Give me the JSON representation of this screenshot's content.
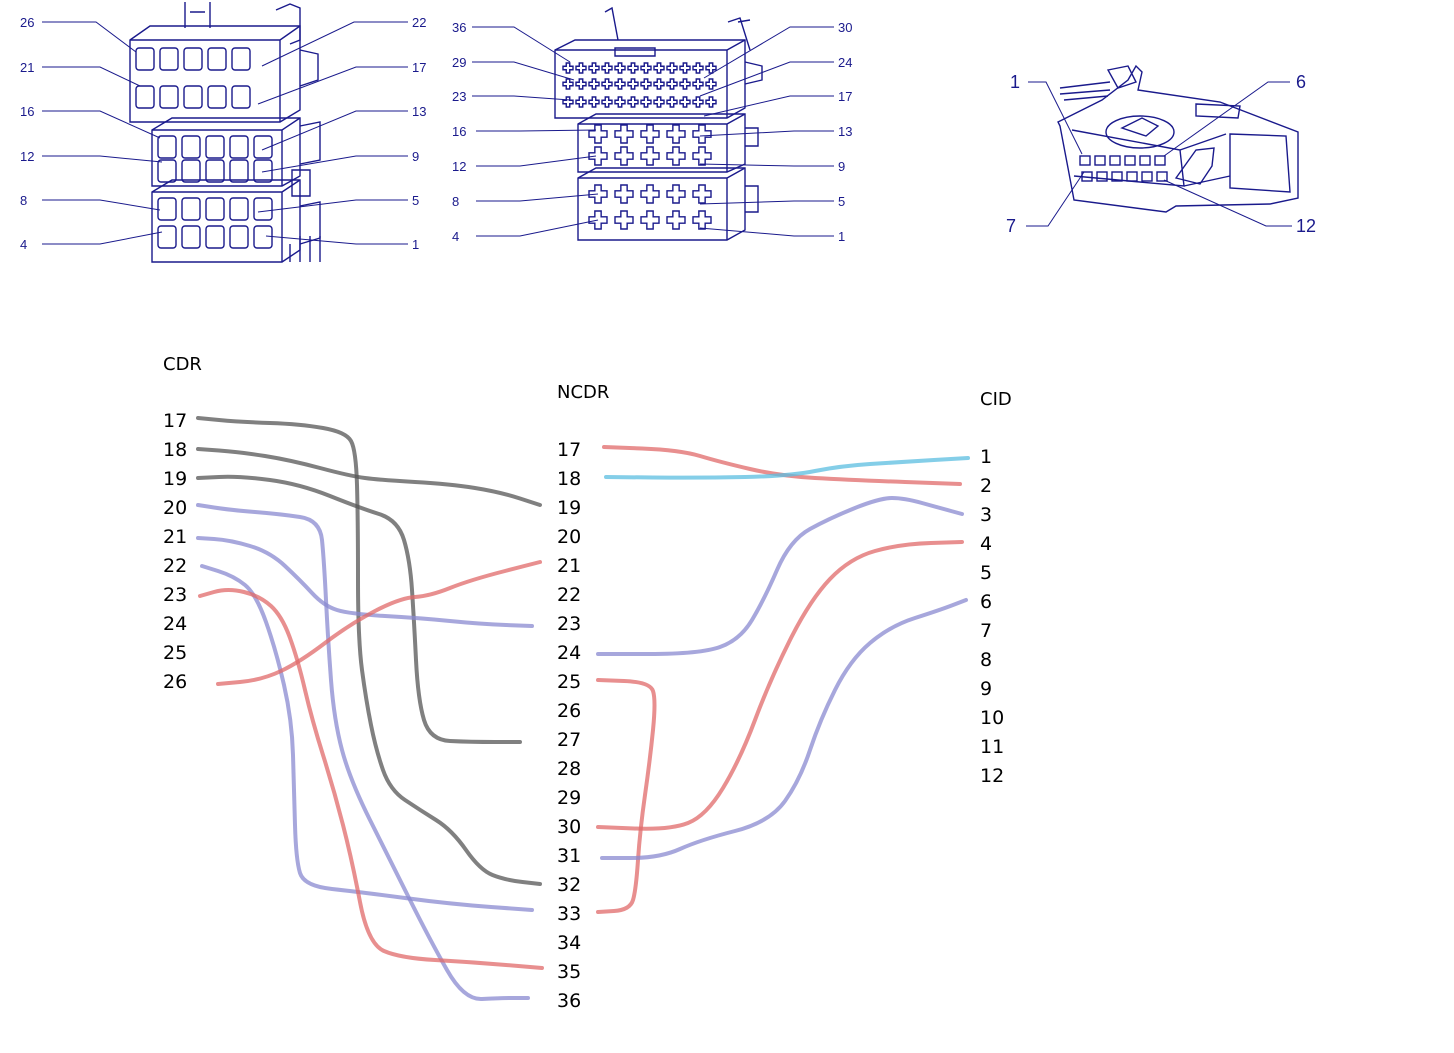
{
  "connector_diagrams": {
    "left": {
      "left_labels": [
        "26",
        "21",
        "16",
        "12",
        "8",
        "4"
      ],
      "right_labels": [
        "22",
        "17",
        "13",
        "9",
        "5",
        "1"
      ]
    },
    "middle": {
      "left_labels": [
        "36",
        "29",
        "23",
        "16",
        "12",
        "8",
        "4"
      ],
      "right_labels": [
        "30",
        "24",
        "17",
        "13",
        "9",
        "5",
        "1"
      ]
    },
    "right": {
      "labels": [
        "1",
        "6",
        "7",
        "12"
      ]
    }
  },
  "wiring_map": {
    "columns": [
      {
        "title": "CDR",
        "pins": [
          "17",
          "18",
          "19",
          "20",
          "21",
          "22",
          "23",
          "24",
          "25",
          "26"
        ]
      },
      {
        "title": "NCDR",
        "pins": [
          "17",
          "18",
          "19",
          "20",
          "21",
          "22",
          "23",
          "24",
          "25",
          "26",
          "27",
          "28",
          "29",
          "30",
          "31",
          "32",
          "33",
          "34",
          "35",
          "36"
        ]
      },
      {
        "title": "CID",
        "pins": [
          "1",
          "2",
          "3",
          "4",
          "5",
          "6",
          "7",
          "8",
          "9",
          "10",
          "11",
          "12"
        ]
      }
    ],
    "connections": [
      {
        "from_col": "CDR",
        "from_pin": "17",
        "to_col": "NCDR",
        "to_pin": "32",
        "color": "#555555"
      },
      {
        "from_col": "CDR",
        "from_pin": "18",
        "to_col": "NCDR",
        "to_pin": "19",
        "color": "#555555"
      },
      {
        "from_col": "CDR",
        "from_pin": "19",
        "to_col": "NCDR",
        "to_pin": "27",
        "color": "#555555"
      },
      {
        "from_col": "CDR",
        "from_pin": "20",
        "to_col": "NCDR",
        "to_pin": "36",
        "color": "#8a8ad0"
      },
      {
        "from_col": "CDR",
        "from_pin": "21",
        "to_col": "NCDR",
        "to_pin": "23",
        "color": "#8a8ad0"
      },
      {
        "from_col": "CDR",
        "from_pin": "22",
        "to_col": "NCDR",
        "to_pin": "33",
        "color": "#8a8ad0"
      },
      {
        "from_col": "CDR",
        "from_pin": "23",
        "to_col": "NCDR",
        "to_pin": "35",
        "color": "#e06a6a"
      },
      {
        "from_col": "CDR",
        "from_pin": "26",
        "to_col": "NCDR",
        "to_pin": "21",
        "color": "#e06a6a"
      },
      {
        "from_col": "NCDR",
        "from_pin": "17",
        "to_col": "CID",
        "to_pin": "2",
        "color": "#e06a6a"
      },
      {
        "from_col": "NCDR",
        "from_pin": "18",
        "to_col": "CID",
        "to_pin": "1",
        "color": "#5bbde0"
      },
      {
        "from_col": "NCDR",
        "from_pin": "24",
        "to_col": "CID",
        "to_pin": "3",
        "color": "#8a8ad0"
      },
      {
        "from_col": "NCDR",
        "from_pin": "25",
        "to_col": "NCDR",
        "to_pin": "33",
        "color": "#e06a6a"
      },
      {
        "from_col": "NCDR",
        "from_pin": "30",
        "to_col": "CID",
        "to_pin": "4",
        "color": "#e06a6a"
      },
      {
        "from_col": "NCDR",
        "from_pin": "31",
        "to_col": "CID",
        "to_pin": "6",
        "color": "#8a8ad0"
      }
    ]
  },
  "colors": {
    "ink_blue": "#1a1a8c",
    "wire_gray": "#555555",
    "wire_blue": "#8a8ad0",
    "wire_red": "#e06a6a",
    "wire_cyan": "#5bbde0"
  }
}
